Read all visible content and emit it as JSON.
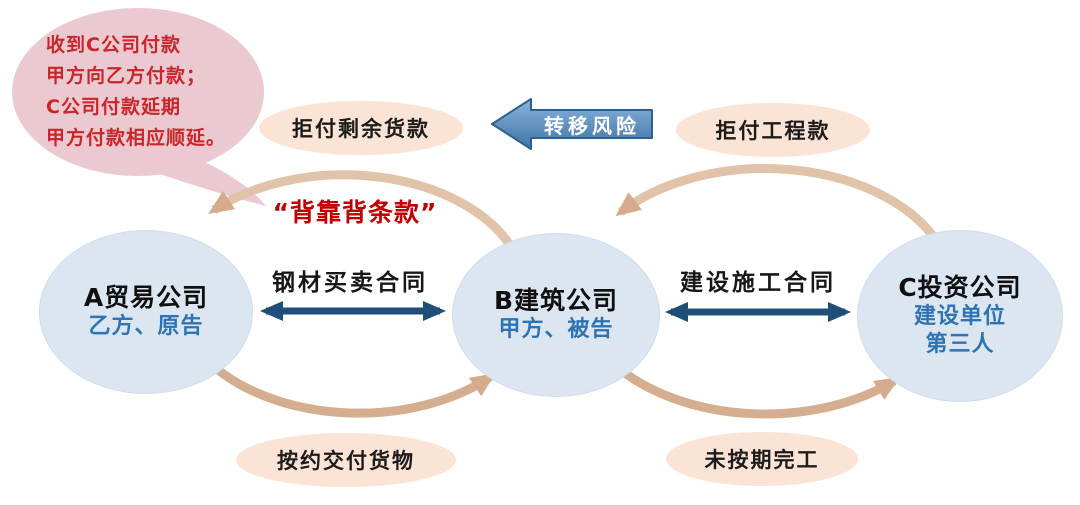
{
  "note_bubble": {
    "lines": [
      "收到C公司付款",
      "甲方向乙方付款；",
      "C公司付款延期",
      "甲方付款相应顺延。"
    ]
  },
  "top_row": {
    "refuse_remaining_goods_payment": "拒付剩余货款",
    "transfer_risk": "转移风险",
    "refuse_project_payment": "拒付工程款"
  },
  "clause": {
    "back_to_back": "“背靠背条款”"
  },
  "contracts": {
    "steel_sale": "钢材买卖合同",
    "construction": "建设施工合同"
  },
  "bottom_row": {
    "deliver_goods_on_schedule": "按约交付货物",
    "not_completed_on_schedule": "未按期完工"
  },
  "entities": [
    {
      "name": "A贸易公司",
      "roles": [
        "乙方、原告"
      ]
    },
    {
      "name": "B建筑公司",
      "roles": [
        "甲方、被告"
      ]
    },
    {
      "name": "C投资公司",
      "roles": [
        "建设单位",
        "第三人"
      ]
    }
  ],
  "colors": {
    "note_text": "#c9252b",
    "note_bg": "#ebc9d0",
    "clause_red": "#c00000",
    "entity_bg": "#dce6f1",
    "entity_role_blue": "#2e74b5",
    "label_bg": "#fbe3d5",
    "cycle_arc_tan": "#dcbb9e",
    "contract_arrow_navy": "#1f4e79",
    "risk_arrow_blue": "#4a80b2"
  }
}
